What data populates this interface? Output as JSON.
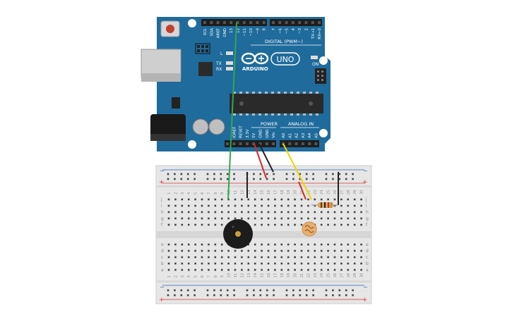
{
  "board": {
    "brand": "ARDUINO",
    "model": "UNO",
    "digital_label": "DIGITAL (PWM~)",
    "analog_label": "ANALOG IN",
    "power_label": "POWER",
    "on_label": "ON",
    "led_l_label": "L",
    "tx_label": "TX",
    "rx_label": "RX",
    "top_pins": [
      "SCL",
      "SDA",
      "AREF",
      "GND",
      "13",
      "12",
      "~11",
      "~10",
      "~9",
      "8",
      "7",
      "~6",
      "~5",
      "4",
      "~3",
      "2",
      "TX→1",
      "RX←0"
    ],
    "power_pins": [
      "IOREF",
      "RESET",
      "3.3V",
      "5V",
      "GND",
      "GND",
      "Vin"
    ],
    "analog_pins": [
      "A0",
      "A1",
      "A2",
      "A3",
      "A4",
      "A5"
    ]
  },
  "breadboard": {
    "column_numbers": [
      "1",
      "2",
      "3",
      "4",
      "5",
      "6",
      "7",
      "8",
      "9",
      "10",
      "11",
      "12",
      "13",
      "14",
      "15",
      "16",
      "17",
      "18",
      "19",
      "20",
      "21",
      "22",
      "23",
      "24",
      "25",
      "26",
      "27",
      "28",
      "29",
      "30"
    ],
    "upper_rows": [
      "j",
      "i",
      "h",
      "g",
      "f"
    ],
    "lower_rows": [
      "e",
      "d",
      "c",
      "b",
      "a"
    ],
    "rail_minus": "−",
    "rail_plus": "+"
  },
  "wire_colors": {
    "green": "#2fa84f",
    "red": "#d42a2a",
    "black": "#222222",
    "yellow": "#f0d400",
    "orange": "#e5a03a"
  },
  "colors": {
    "board": "#1f6b9c",
    "board_dark": "#155580",
    "breadboard": "#e6e6e6",
    "rail_red": "#d33",
    "rail_blue": "#2b5fb8"
  },
  "components": [
    "piezo-buzzer",
    "photoresistor",
    "resistor"
  ]
}
